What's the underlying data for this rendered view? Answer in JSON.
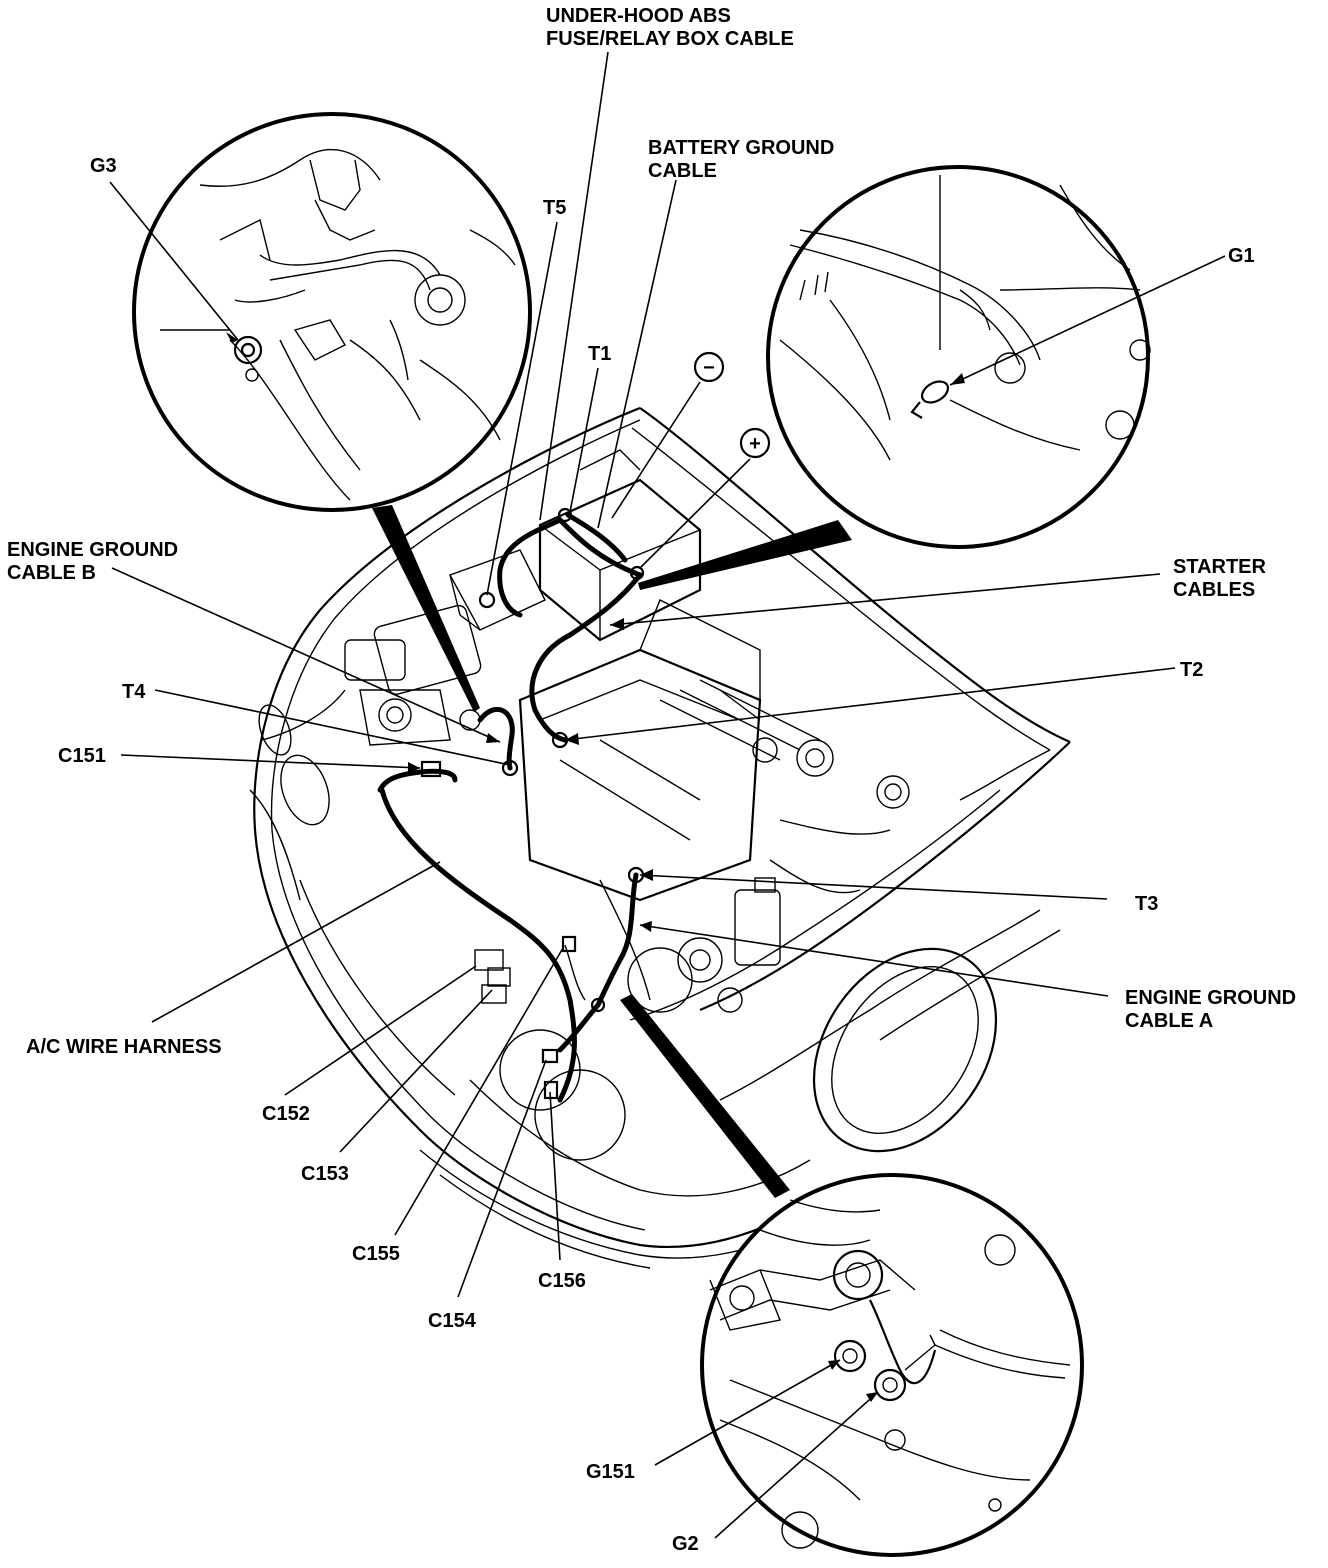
{
  "labels": {
    "under_hood_abs_1": "UNDER-HOOD ABS",
    "under_hood_abs_2": "FUSE/RELAY BOX CABLE",
    "battery_ground_1": "BATTERY GROUND",
    "battery_ground_2": "CABLE",
    "g3": "G3",
    "t5": "T5",
    "g1": "G1",
    "t1": "T1",
    "minus": "−",
    "plus": "+",
    "engine_ground_b_1": "ENGINE GROUND",
    "engine_ground_b_2": "CABLE B",
    "starter_1": "STARTER",
    "starter_2": "CABLES",
    "t2": "T2",
    "t4": "T4",
    "c151": "C151",
    "t3": "T3",
    "engine_ground_a_1": "ENGINE GROUND",
    "engine_ground_a_2": "CABLE A",
    "ac_harness": "A/C WIRE HARNESS",
    "c152": "C152",
    "c153": "C153",
    "c155": "C155",
    "c156": "C156",
    "c154": "C154",
    "g151": "G151",
    "g2": "G2"
  },
  "icons": [
    "battery-negative-icon",
    "battery-positive-icon",
    "ground-bolt-icon"
  ]
}
